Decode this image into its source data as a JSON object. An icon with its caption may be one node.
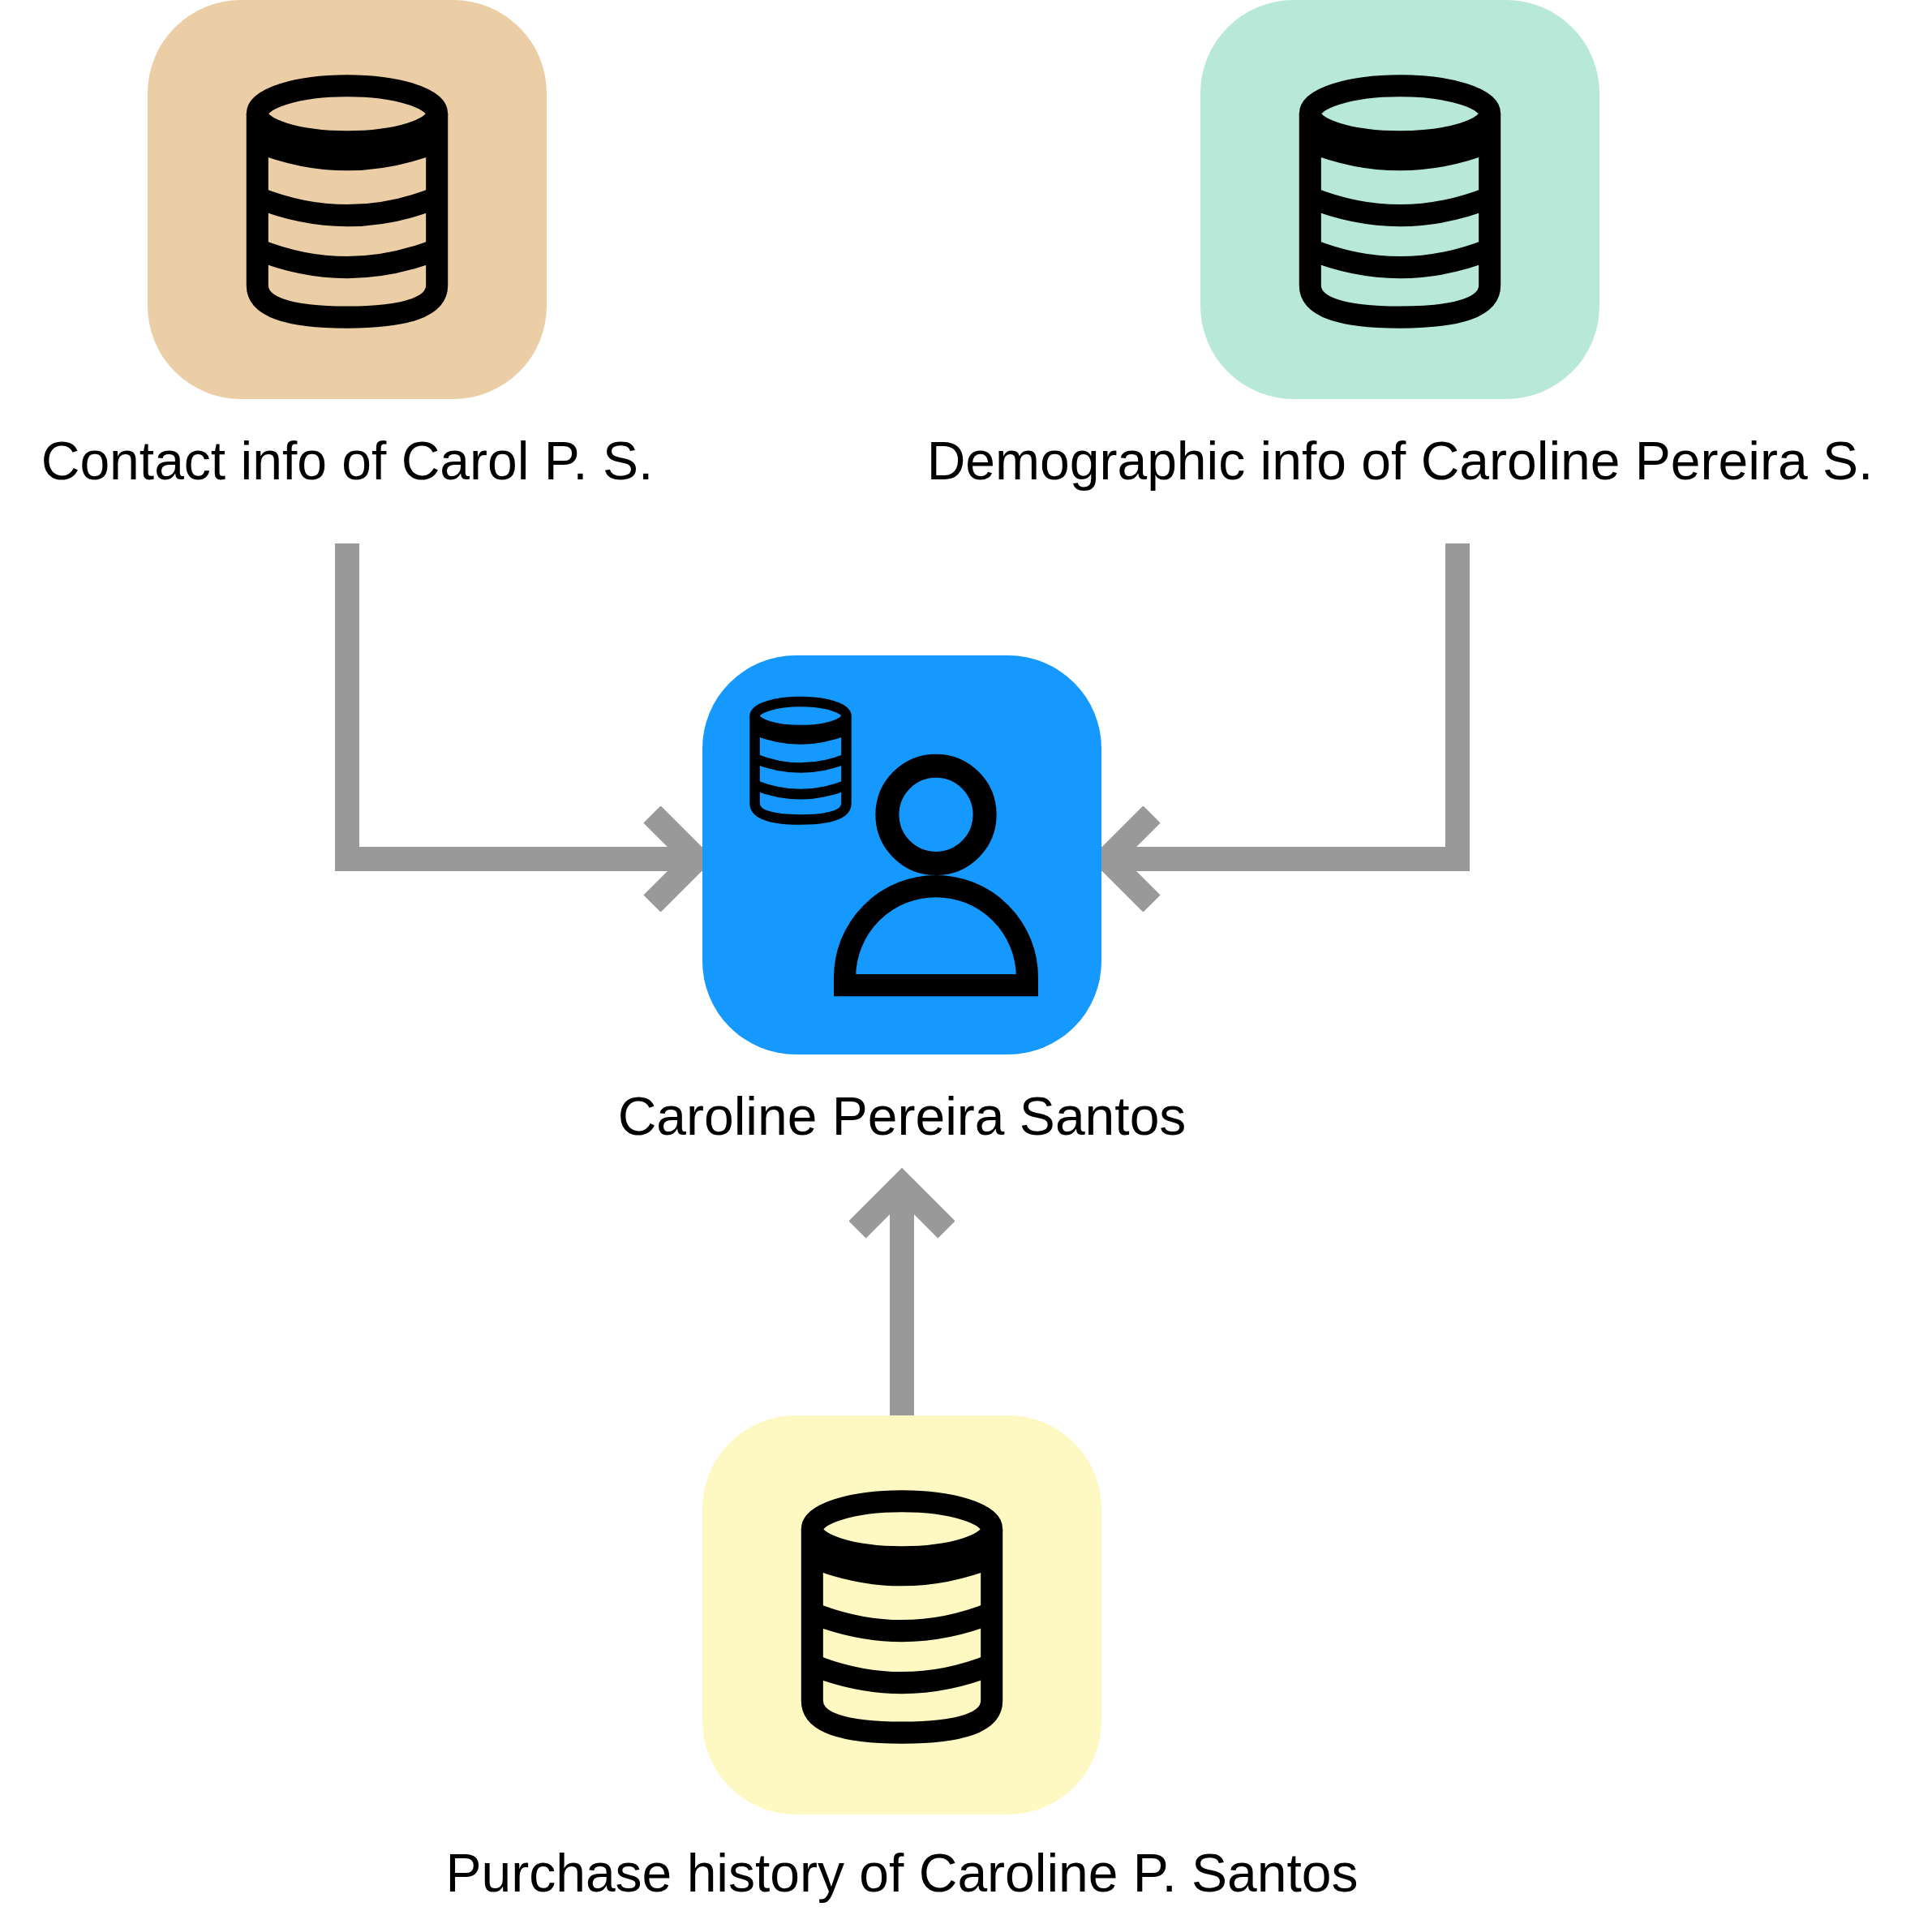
{
  "diagram": {
    "nodes": [
      {
        "text": [
          "Contact info of Carol P. S."
        ]
      },
      {
        "text": [
          "Demographic info of Caroline Pereira S."
        ]
      },
      {
        "text": [
          "Caroline Pereira Santos"
        ]
      },
      {
        "text": [
          "Purchase history of Caroline P. Santos"
        ]
      }
    ],
    "edges": [
      {
        "from": 0,
        "to": 2,
        "arrow": "to"
      },
      {
        "from": 1,
        "to": 2,
        "arrow": "to"
      },
      {
        "from": 3,
        "to": 2,
        "arrow": "to"
      }
    ]
  }
}
